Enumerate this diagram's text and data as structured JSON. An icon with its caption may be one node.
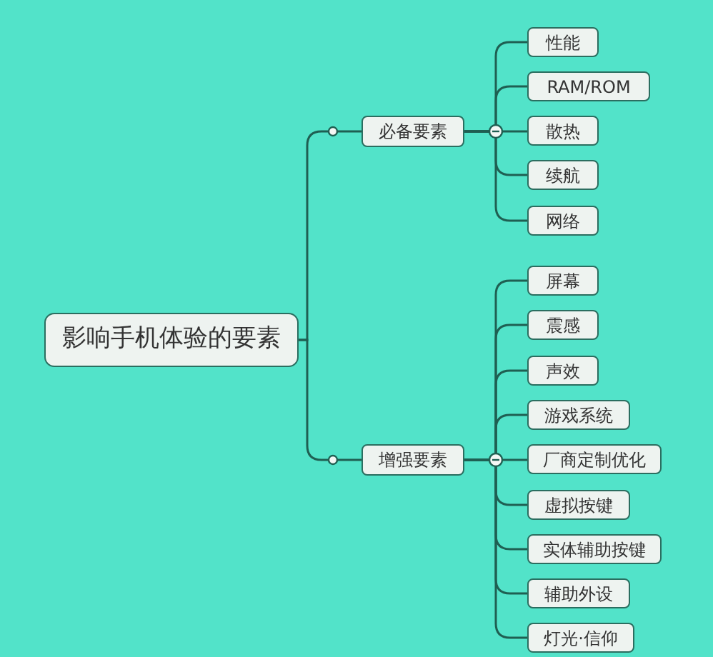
{
  "diagram": {
    "nodes": [
      {
        "text": [
          "影响手机体验的要素"
        ]
      },
      {
        "text": [
          "必备要素"
        ]
      },
      {
        "text": [
          "性能"
        ]
      },
      {
        "text": [
          "RAM/ROM"
        ]
      },
      {
        "text": [
          "散热"
        ]
      },
      {
        "text": [
          "续航"
        ]
      },
      {
        "text": [
          "网络"
        ]
      },
      {
        "text": [
          "增强要素"
        ]
      },
      {
        "text": [
          "屏幕"
        ]
      },
      {
        "text": [
          "震感"
        ]
      },
      {
        "text": [
          "声效"
        ]
      },
      {
        "text": [
          "游戏系统"
        ]
      },
      {
        "text": [
          "厂商定制优化"
        ]
      },
      {
        "text": [
          "虚拟按键"
        ]
      },
      {
        "text": [
          "实体辅助按键"
        ]
      },
      {
        "text": [
          "辅助外设"
        ]
      },
      {
        "text": [
          "灯光·信仰"
        ]
      }
    ],
    "edges": [
      {
        "from": 0,
        "to": 1,
        "arrow": "none"
      },
      {
        "from": 0,
        "to": 7,
        "arrow": "none"
      },
      {
        "from": 1,
        "to": 2,
        "arrow": "none"
      },
      {
        "from": 1,
        "to": 3,
        "arrow": "none"
      },
      {
        "from": 1,
        "to": 4,
        "arrow": "none"
      },
      {
        "from": 1,
        "to": 5,
        "arrow": "none"
      },
      {
        "from": 1,
        "to": 6,
        "arrow": "none"
      },
      {
        "from": 7,
        "to": 8,
        "arrow": "none"
      },
      {
        "from": 7,
        "to": 9,
        "arrow": "none"
      },
      {
        "from": 7,
        "to": 10,
        "arrow": "none"
      },
      {
        "from": 7,
        "to": 11,
        "arrow": "none"
      },
      {
        "from": 7,
        "to": 12,
        "arrow": "none"
      },
      {
        "from": 7,
        "to": 13,
        "arrow": "none"
      },
      {
        "from": 7,
        "to": 14,
        "arrow": "none"
      },
      {
        "from": 7,
        "to": 15,
        "arrow": "none"
      },
      {
        "from": 7,
        "to": 16,
        "arrow": "none"
      }
    ]
  }
}
